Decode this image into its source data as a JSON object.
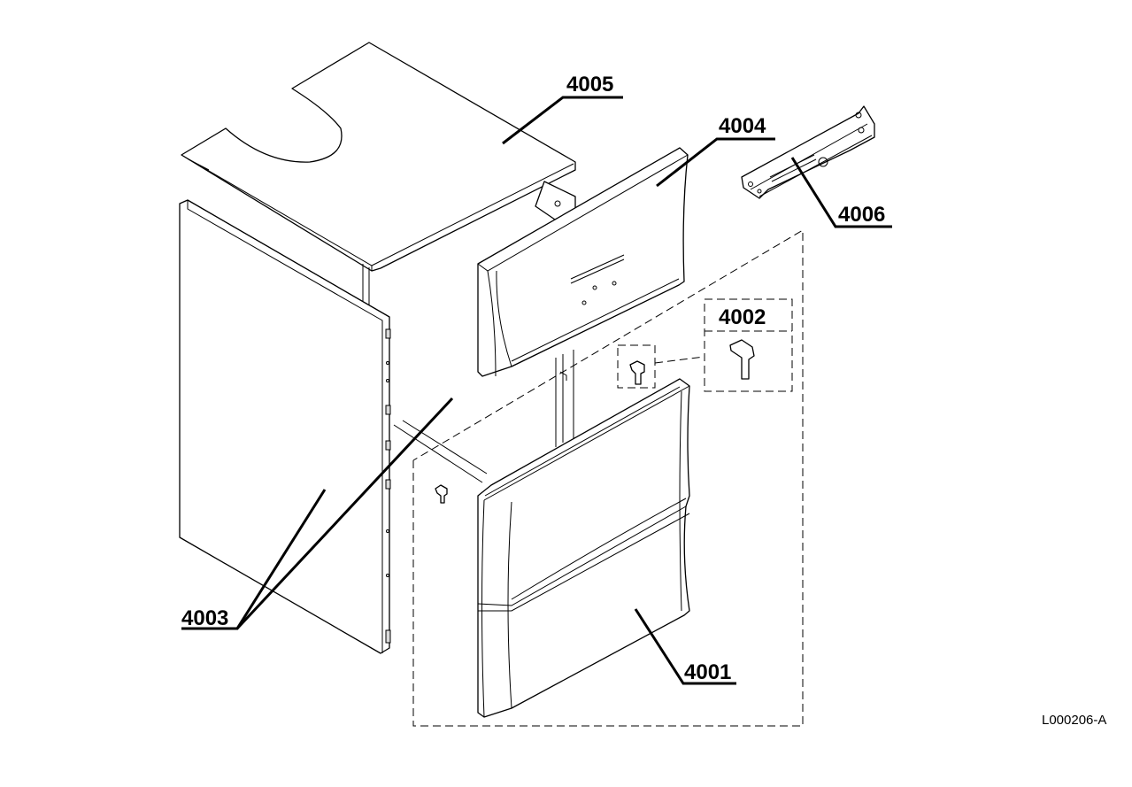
{
  "diagram": {
    "callouts": {
      "c4001": "4001",
      "c4002": "4002",
      "c4003": "4003",
      "c4004": "4004",
      "c4005": "4005",
      "c4006": "4006"
    },
    "reference_code": "L000206-A"
  }
}
